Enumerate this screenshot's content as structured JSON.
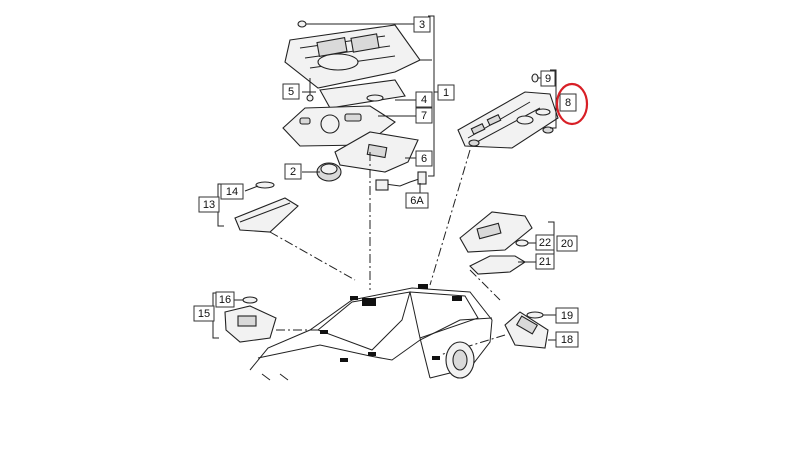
{
  "callouts": {
    "c1": "1",
    "c2": "2",
    "c3": "3",
    "c4": "4",
    "c5": "5",
    "c6": "6",
    "c6a": "6A",
    "c7": "7",
    "c8": "8",
    "c9": "9",
    "c13": "13",
    "c14": "14",
    "c15": "15",
    "c16": "16",
    "c18": "18",
    "c19": "19",
    "c20": "20",
    "c21": "21",
    "c22": "22"
  },
  "highlight": {
    "target": "8",
    "color": "#d81f26"
  },
  "colors": {
    "line": "#222222",
    "part_fill": "#f2f2f2",
    "background": "#ffffff"
  }
}
